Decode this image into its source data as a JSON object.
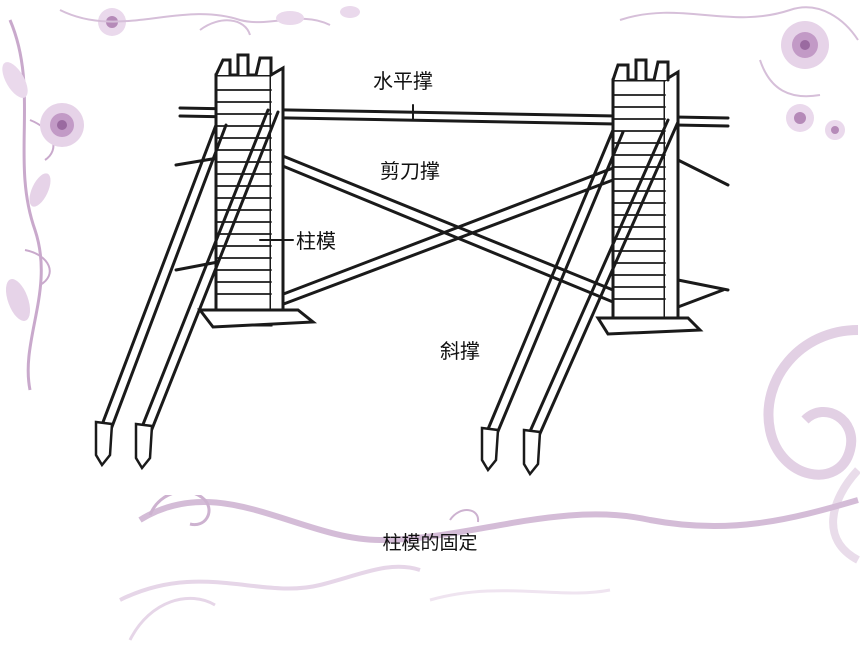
{
  "diagram": {
    "labels": {
      "horizontal_brace": "水平撑",
      "scissor_brace": "剪刀撑",
      "column_formwork": "柱模",
      "diagonal_brace": "斜撑"
    },
    "caption": "柱模的固定"
  },
  "colors": {
    "floral_accent": "#b58ab8",
    "floral_light": "#e6d3e8",
    "line": "#1a1a1a",
    "text": "#111111"
  },
  "icons": [
    "flower-icon",
    "swirl-icon"
  ]
}
